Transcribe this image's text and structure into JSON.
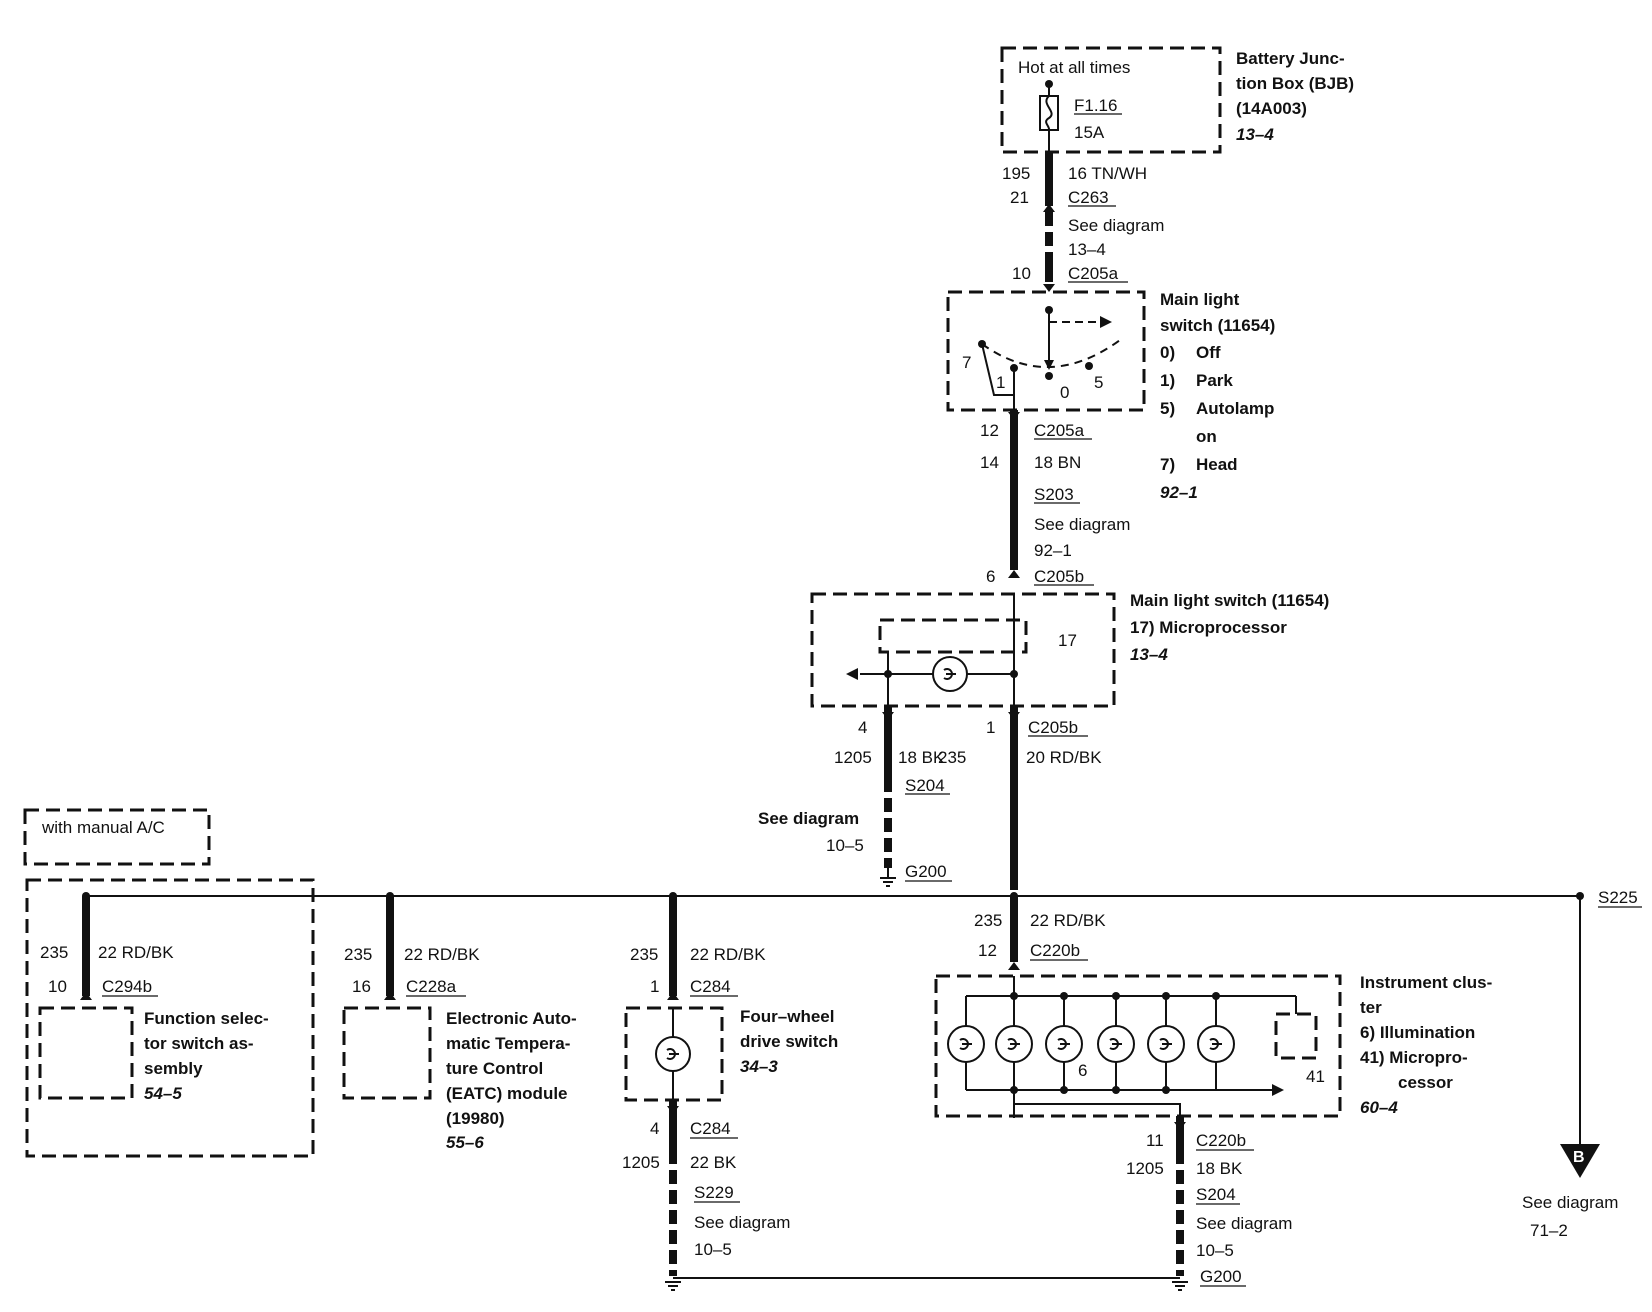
{
  "bjb": {
    "title_1": "Battery Junc-",
    "title_2": "tion Box (BJB)",
    "part": "(14A003)",
    "ref": "13–4",
    "hot": "Hot at all times",
    "fuse_id": "F1.16",
    "fuse_rating": "15A"
  },
  "wire_top": {
    "circuit": "195",
    "pin": "21",
    "gauge_color": "16 TN/WH",
    "connector": "C263",
    "see": "See diagram",
    "see_ref": "13–4",
    "pin2": "10",
    "connector2": "C205a"
  },
  "main_switch": {
    "title_1": "Main light",
    "title_2": "switch (11654)",
    "opt_0_num": "0)",
    "opt_0": "Off",
    "opt_1_num": "1)",
    "opt_1": "Park",
    "opt_5_num": "5)",
    "opt_5": "Autolamp",
    "opt_5b": "on",
    "opt_7_num": "7)",
    "opt_7": "Head",
    "ref": "92–1",
    "pos_7": "7",
    "pos_1": "1",
    "pos_0": "0",
    "pos_5": "5"
  },
  "wire_mid": {
    "pin": "12",
    "connector": "C205a",
    "circuit": "14",
    "gauge_color": "18 BN",
    "splice": "S203",
    "see": "See diagram",
    "see_ref": "92–1",
    "pin2": "6",
    "connector2": "C205b"
  },
  "micro": {
    "title_1": "Main light switch (11654)",
    "title_2": "17) Microprocessor",
    "ref": "13–4",
    "label_17": "17"
  },
  "wire_below_micro": {
    "left_pin": "4",
    "right_pin": "1",
    "connector": "C205b",
    "left_circuit": "1205",
    "left_gauge": "18 BK",
    "right_circuit": "235",
    "right_gauge": "20 RD/BK",
    "splice": "S204",
    "see": "See diagram",
    "see_ref": "10–5",
    "ground": "G200"
  },
  "manual_ac": "with manual A/C",
  "bus_splice": "S225",
  "fss": {
    "circuit": "235",
    "gauge": "22 RD/BK",
    "pin": "10",
    "connector": "C294b",
    "name_1": "Function selec-",
    "name_2": "tor switch as-",
    "name_3": "sembly",
    "ref": "54–5"
  },
  "eatc": {
    "circuit": "235",
    "gauge": "22 RD/BK",
    "pin": "16",
    "connector": "C228a",
    "name_1": "Electronic Auto-",
    "name_2": "matic Tempera-",
    "name_3": "ture Control",
    "name_4": "(EATC) module",
    "name_5": "(19980)",
    "ref": "55–6"
  },
  "fwd": {
    "circuit": "235",
    "gauge": "22 RD/BK",
    "pin": "1",
    "connector": "C284",
    "name_1": "Four–wheel",
    "name_2": "drive switch",
    "ref": "34–3",
    "pin2": "4",
    "connector2": "C284",
    "circuit2": "1205",
    "gauge2": "22 BK",
    "splice": "S229",
    "see": "See diagram",
    "see_ref": "10–5"
  },
  "cluster": {
    "circuit": "235",
    "gauge": "22 RD/BK",
    "pin": "12",
    "connector": "C220b",
    "name_1": "Instrument clus-",
    "name_2": "ter",
    "opt_6": "6)  Illumination",
    "opt_41a": "41) Micropro-",
    "opt_41b": "cessor",
    "ref": "60–4",
    "label_6": "6",
    "label_41": "41",
    "pin2": "11",
    "connector2": "C220b",
    "circuit2": "1205",
    "gauge2": "18 BK",
    "splice": "S204",
    "see": "See diagram",
    "see_ref": "10–5",
    "ground": "G200"
  },
  "offpage": {
    "letter": "B",
    "see": "See diagram",
    "see_ref": "71–2"
  }
}
